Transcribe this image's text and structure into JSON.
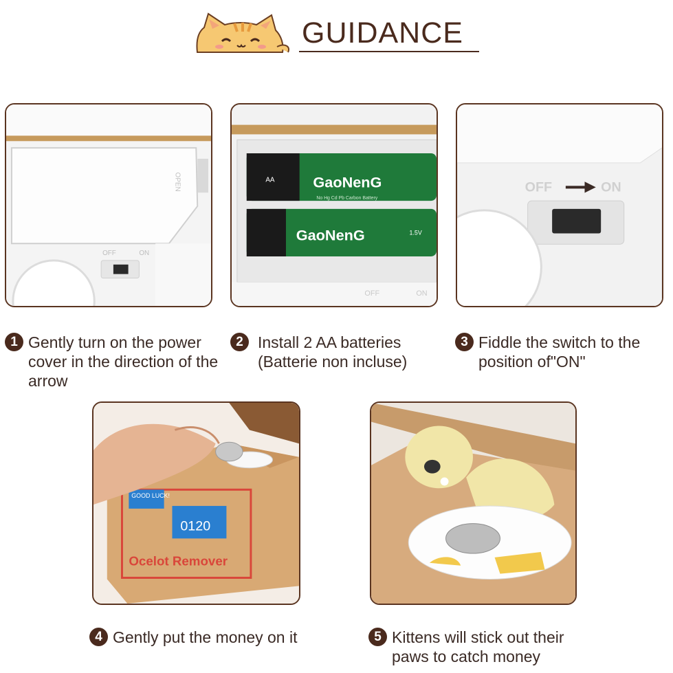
{
  "header": {
    "title": "GUIDANCE"
  },
  "photos": {
    "p1": {
      "switch_off": "OFF",
      "switch_on": "ON",
      "cover_text": "OPEN"
    },
    "p2": {
      "battery_brand_top": "GaoNenG",
      "battery_brand_bottom": "GaoNenG",
      "battery_size": "AA",
      "battery_voltage": "1.5V",
      "battery_fine": "No Hg Cd Pb Carbon Battery",
      "off": "OFF",
      "on": "ON"
    },
    "p3": {
      "switch_off": "OFF",
      "switch_on": "ON"
    },
    "p4": {
      "box_brand": "Ocelot Remover",
      "sticker_good": "GOOD LUCK!",
      "sticker_num": "0120"
    }
  },
  "steps": [
    {
      "num": "1",
      "text": "Gently turn on the power cover in the direction of the arrow"
    },
    {
      "num": "2",
      "text": "Install 2 AA batteries (Batterie non incluse)"
    },
    {
      "num": "3",
      "text": "Fiddle the switch to the position of\"ON\""
    },
    {
      "num": "4",
      "text": "Gently put the money on it"
    },
    {
      "num": "5",
      "text": "Kittens will stick out their paws to catch money"
    }
  ],
  "colors": {
    "accent": "#4a2a1d",
    "cardboard": "#d8a974",
    "battery_green": "#1f7a3a"
  }
}
